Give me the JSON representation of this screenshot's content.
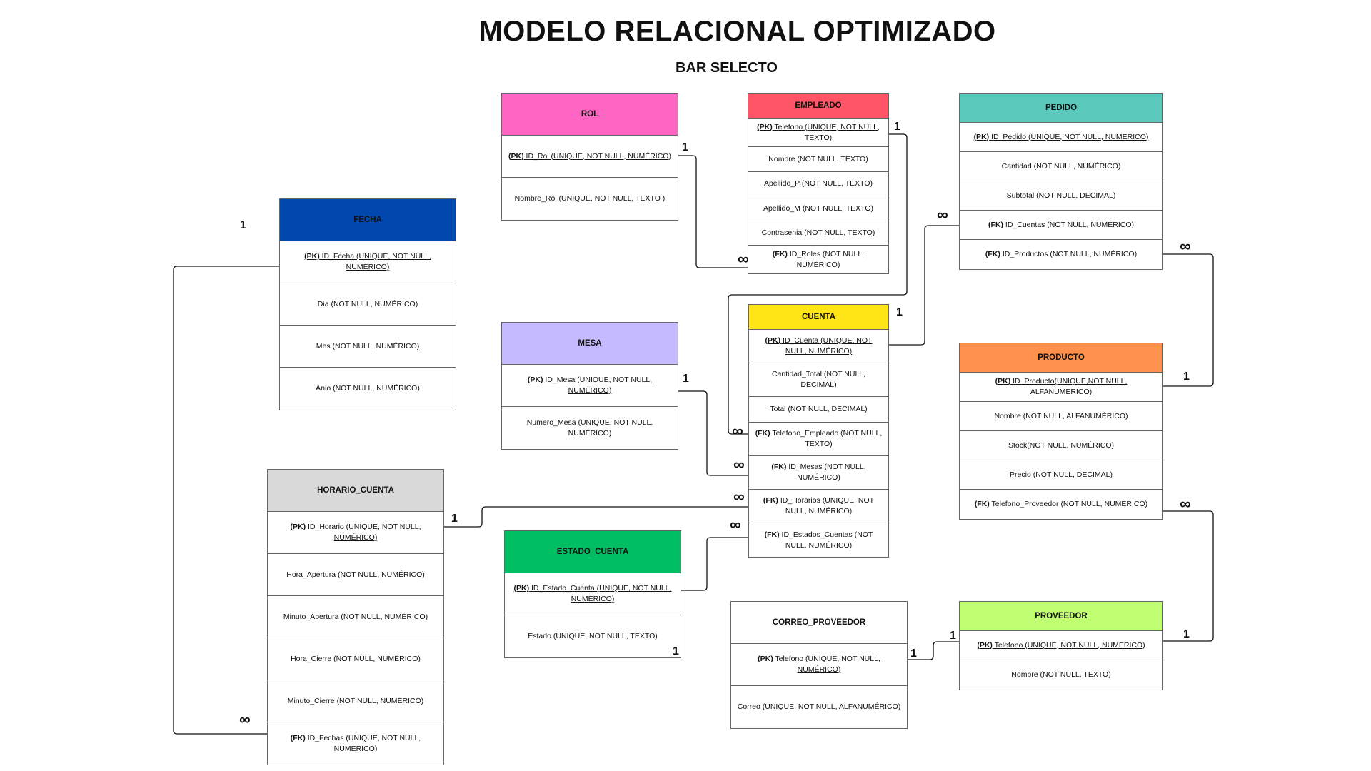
{
  "title": "MODELO RELACIONAL OPTIMIZADO",
  "subtitle": "BAR SELECTO",
  "colors": {
    "rol": "#ff66c4",
    "empleado": "#ff5566",
    "pedido": "#5cc9bd",
    "fecha": "#0048ae",
    "mesa": "#c5baff",
    "cuenta": "#ffe516",
    "producto": "#ff914d",
    "horario_cuenta": "#d9d9d9",
    "estado_cuenta": "#00bf63",
    "correo_proveedor": "#ffffff",
    "proveedor": "#c1ff72",
    "line": "#111111"
  },
  "tables": {
    "rol": {
      "name": "ROL",
      "rows": [
        {
          "key": "(PK)",
          "text": " ID_Rol (UNIQUE, NOT NULL, NUMÉRICO)"
        },
        {
          "key": "",
          "text": "Nombre_Rol (UNIQUE, NOT NULL, TEXTO )"
        }
      ]
    },
    "empleado": {
      "name": "EMPLEADO",
      "rows": [
        {
          "key": "(PK)",
          "text": " Telefono (UNIQUE, NOT NULL, TEXTO)"
        },
        {
          "key": "",
          "text": "Nombre (NOT NULL, TEXTO)"
        },
        {
          "key": "",
          "text": "Apellido_P (NOT NULL, TEXTO)"
        },
        {
          "key": "",
          "text": "Apellido_M (NOT NULL, TEXTO)"
        },
        {
          "key": "",
          "text": "Contrasenia (NOT NULL, TEXTO)"
        },
        {
          "key": "(FK)",
          "text": " ID_Roles (NOT NULL, NUMÉRICO)"
        }
      ]
    },
    "pedido": {
      "name": "PEDIDO",
      "rows": [
        {
          "key": "(PK)",
          "text": " ID_Pedido (UNIQUE, NOT NULL, NUMÉRICO)"
        },
        {
          "key": "",
          "text": "Cantidad (NOT NULL, NUMÉRICO)"
        },
        {
          "key": "",
          "text": "Subtotal (NOT NULL, DECIMAL)"
        },
        {
          "key": "(FK)",
          "text": " ID_Cuentas (NOT NULL, NUMÉRICO)"
        },
        {
          "key": "(FK)",
          "text": " ID_Productos (NOT NULL, NUMÉRICO)"
        }
      ]
    },
    "fecha": {
      "name": "FECHA",
      "rows": [
        {
          "key": "(PK)",
          "text": " ID_Fceha (UNIQUE, NOT NULL, NUMÉRICO)"
        },
        {
          "key": "",
          "text": "Dia (NOT NULL, NUMÉRICO)"
        },
        {
          "key": "",
          "text": "Mes (NOT NULL, NUMÉRICO)"
        },
        {
          "key": "",
          "text": "Anio (NOT NULL, NUMÉRICO)"
        }
      ]
    },
    "mesa": {
      "name": "MESA",
      "rows": [
        {
          "key": "(PK)",
          "text": " ID_Mesa (UNIQUE, NOT NULL, NUMÉRICO)"
        },
        {
          "key": "",
          "text": "Numero_Mesa  (UNIQUE, NOT NULL, NUMÉRICO)"
        }
      ]
    },
    "cuenta": {
      "name": "CUENTA",
      "rows": [
        {
          "key": "(PK)",
          "text": " ID_Cuenta (UNIQUE, NOT NULL, NUMÉRICO)"
        },
        {
          "key": "",
          "text": "Cantidad_Total (NOT NULL, DECIMAL)"
        },
        {
          "key": "",
          "text": "Total (NOT NULL, DECIMAL)"
        },
        {
          "key": "(FK)",
          "text": " Telefono_Empleado (NOT NULL, TEXTO)"
        },
        {
          "key": "(FK)",
          "text": " ID_Mesas (NOT NULL, NUMÉRICO)"
        },
        {
          "key": "(FK)",
          "text": " ID_Horarios (UNIQUE, NOT NULL, NUMÉRICO)"
        },
        {
          "key": "(FK)",
          "text": " ID_Estados_Cuentas (NOT NULL, NUMÉRICO)"
        }
      ]
    },
    "producto": {
      "name": "PRODUCTO",
      "rows": [
        {
          "key": "(PK)",
          "text": " ID_Producto(UNIQUE,NOT NULL, ALFANUMÉRICO)"
        },
        {
          "key": "",
          "text": "Nombre (NOT NULL, ALFANUMÉRICO)"
        },
        {
          "key": "",
          "text": "Stock(NOT NULL, NUMÉRICO)"
        },
        {
          "key": "",
          "text": "Precio (NOT NULL, DECIMAL)"
        },
        {
          "key": "(FK)",
          "text": " Telefono_Proveedor (NOT NULL, NUMERICO)"
        }
      ]
    },
    "horario_cuenta": {
      "name": "HORARIO_CUENTA",
      "rows": [
        {
          "key": "(PK)",
          "text": " ID_Horario (UNIQUE, NOT NULL, NUMÉRICO)"
        },
        {
          "key": "",
          "text": "Hora_Apertura (NOT NULL, NUMÉRICO)"
        },
        {
          "key": "",
          "text": "Minuto_Apertura (NOT NULL, NUMÉRICO)"
        },
        {
          "key": "",
          "text": "Hora_Cierre (NOT NULL, NUMÉRICO)"
        },
        {
          "key": "",
          "text": "Minuto_Cierre (NOT NULL, NUMÉRICO)"
        },
        {
          "key": "(FK)",
          "text": " ID_Fechas  (UNIQUE, NOT NULL, NUMÉRICO)"
        }
      ]
    },
    "estado_cuenta": {
      "name": "ESTADO_CUENTA",
      "rows": [
        {
          "key": "(PK)",
          "text": " ID_Estado_Cuenta (UNIQUE, NOT NULL, NUMÉRICO)"
        },
        {
          "key": "",
          "text": "Estado (UNIQUE, NOT NULL, TEXTO)"
        }
      ]
    },
    "correo_proveedor": {
      "name": "CORREO_PROVEEDOR",
      "rows": [
        {
          "key": "(PK)",
          "text": " Telefono (UNIQUE, NOT NULL, NUMÉRICO)"
        },
        {
          "key": "",
          "text": "Correo (UNIQUE, NOT NULL, ALFANUMÉRICO)"
        }
      ]
    },
    "proveedor": {
      "name": "PROVEEDOR",
      "rows": [
        {
          "key": "(PK)",
          "text": " Telefono (UNIQUE, NOT NULL, NUMERICO)"
        },
        {
          "key": "",
          "text": "Nombre (NOT NULL, TEXTO)"
        }
      ]
    }
  },
  "cardinality": {
    "one": "1",
    "many": "∞"
  }
}
